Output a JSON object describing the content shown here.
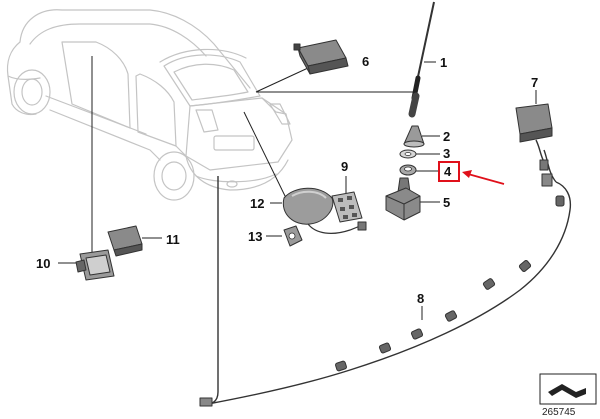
{
  "callouts": {
    "c1": "1",
    "c2": "2",
    "c3": "3",
    "c4": "4",
    "c5": "5",
    "c6": "6",
    "c7": "7",
    "c8": "8",
    "c9": "9",
    "c10": "10",
    "c11": "11",
    "c12": "12",
    "c13": "13"
  },
  "highlight": {
    "callout": "4",
    "box_color": "#e0101a",
    "arrow_color": "#e0101a"
  },
  "catalog_number": "265745"
}
